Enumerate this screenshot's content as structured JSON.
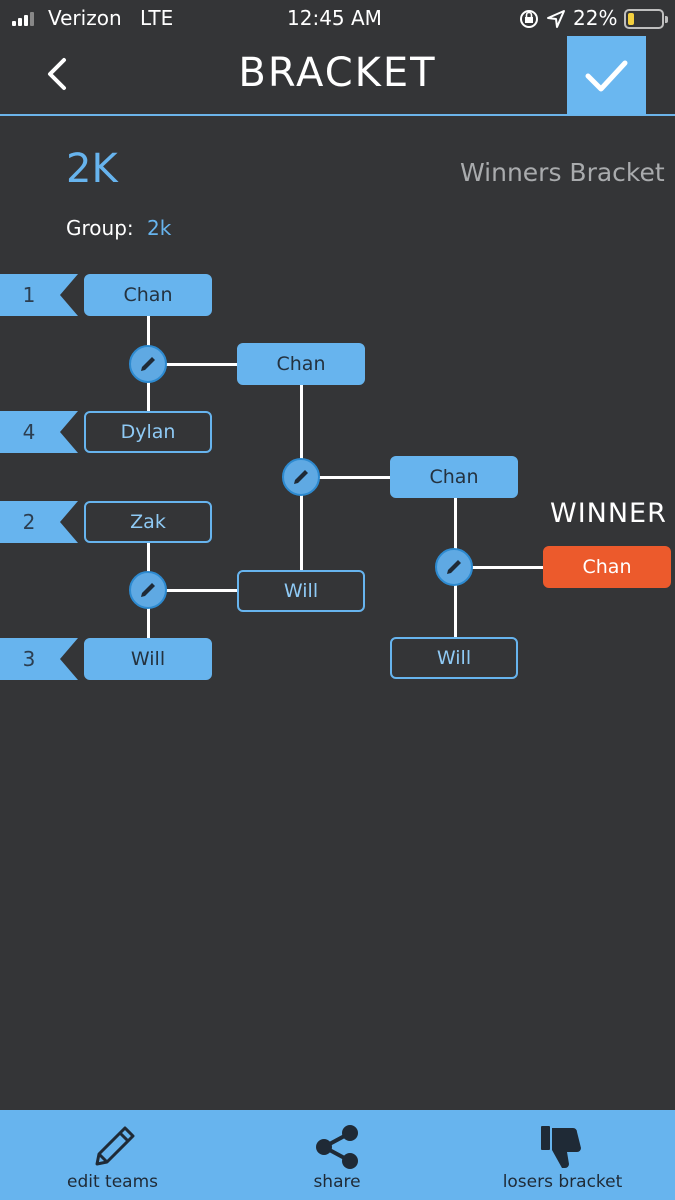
{
  "status": {
    "carrier": "Verizon",
    "network": "LTE",
    "time": "12:45 AM",
    "battery": "22%",
    "battery_level": 0.22
  },
  "header": {
    "title": "BRACKET",
    "back_icon": "chevron-left-icon",
    "confirm_icon": "checkmark-icon"
  },
  "bracket_info": {
    "name": "2K",
    "type": "Winners Bracket",
    "group_label": "Group:",
    "group_value": "2k"
  },
  "seeds": [
    "1",
    "4",
    "2",
    "3"
  ],
  "round1": [
    "Chan",
    "Dylan",
    "Zak",
    "Will"
  ],
  "round2": [
    "Chan",
    "Will"
  ],
  "round3": [
    "Chan",
    "Will"
  ],
  "winner": {
    "label": "WINNER",
    "name": "Chan"
  },
  "toolbar": {
    "edit_teams": "edit teams",
    "share": "share",
    "losers_bracket": "losers bracket"
  },
  "colors": {
    "background": "#343537",
    "accent": "#67b4ee",
    "winner": "#ec5a2c"
  }
}
